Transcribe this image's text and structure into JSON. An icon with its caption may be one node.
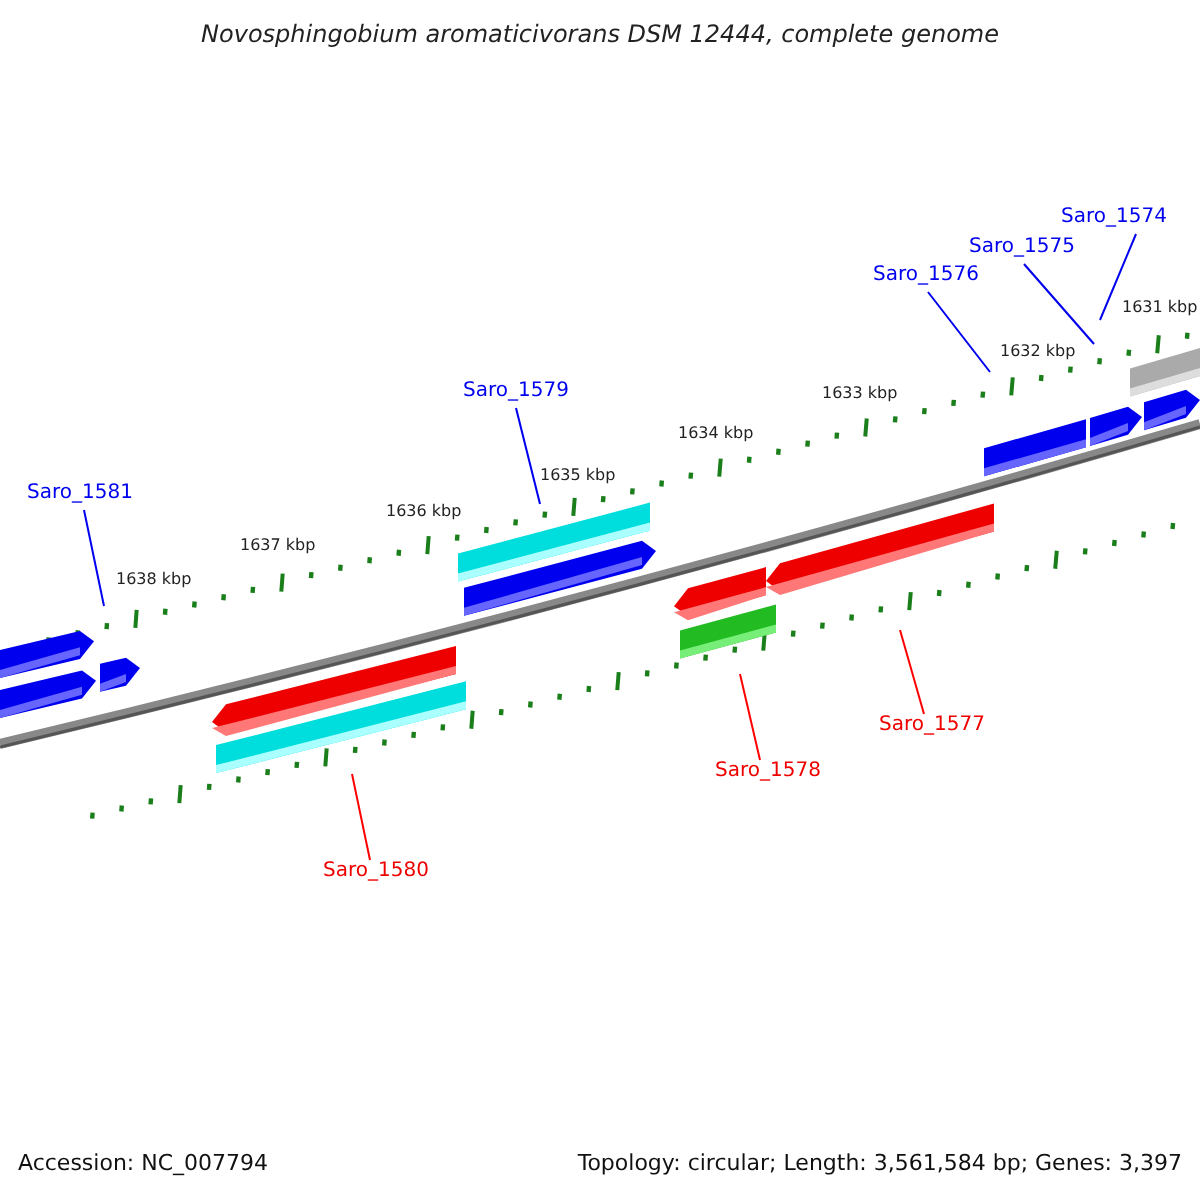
{
  "diagram": {
    "title": "Novosphingobium aromaticivorans DSM 12444, complete genome",
    "nodes": [
      {
        "text": [
          "Saro_1574"
        ]
      },
      {
        "text": [
          "Saro_1575"
        ]
      },
      {
        "text": [
          "Saro_1576"
        ]
      },
      {
        "text": [
          "Saro_1579"
        ]
      },
      {
        "text": [
          "Saro_1581"
        ]
      },
      {
        "text": [
          "Saro_1577"
        ]
      },
      {
        "text": [
          "Saro_1578"
        ]
      },
      {
        "text": [
          "Saro_1580"
        ]
      }
    ],
    "edges": [
      {
        "from": 0,
        "to": null,
        "arrow": "none"
      },
      {
        "from": 1,
        "to": null,
        "arrow": "none"
      },
      {
        "from": 2,
        "to": null,
        "arrow": "none"
      },
      {
        "from": 3,
        "to": null,
        "arrow": "none"
      },
      {
        "from": 4,
        "to": null,
        "arrow": "none"
      },
      {
        "from": 5,
        "to": null,
        "arrow": "none",
        "color": "#ff0000"
      },
      {
        "from": 6,
        "to": null,
        "arrow": "none",
        "color": "#ff0000"
      },
      {
        "from": 7,
        "to": null,
        "arrow": "none",
        "color": "#ff0000"
      }
    ],
    "labels": [
      "1631 kbp",
      "1632 kbp",
      "1633 kbp",
      "1634 kbp",
      "1635 kbp",
      "1636 kbp",
      "1637 kbp",
      "1638 kbp",
      "Accession: NC_007794",
      "Topology: circular; Length: 3,561,584 bp; Genes: 3,397"
    ]
  }
}
